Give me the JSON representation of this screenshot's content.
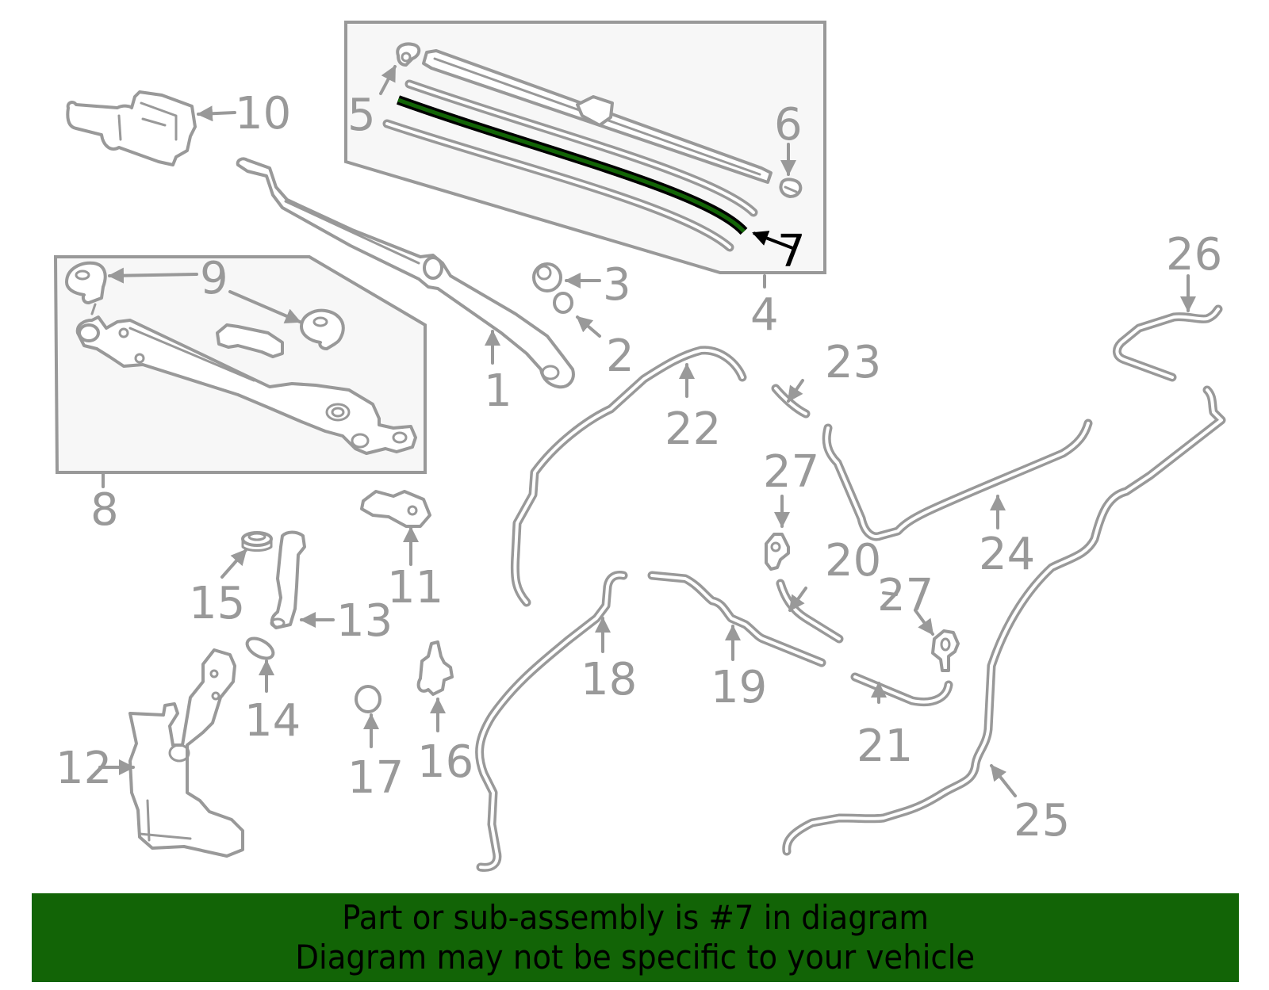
{
  "diagram": {
    "title": "Windshield wiper and washer assembly diagram",
    "highlighted_part": "7",
    "colors": {
      "line_gray": "#999999",
      "box_fill": "#f7f7f7",
      "highlight_green": "#126406",
      "highlight_outline": "#000000",
      "banner_green": "#126406"
    },
    "callouts": [
      {
        "id": "1",
        "label": "1"
      },
      {
        "id": "2",
        "label": "2"
      },
      {
        "id": "3",
        "label": "3"
      },
      {
        "id": "4",
        "label": "4"
      },
      {
        "id": "5",
        "label": "5"
      },
      {
        "id": "6",
        "label": "6"
      },
      {
        "id": "7",
        "label": "7"
      },
      {
        "id": "8",
        "label": "8"
      },
      {
        "id": "9",
        "label": "9"
      },
      {
        "id": "10",
        "label": "10"
      },
      {
        "id": "11",
        "label": "11"
      },
      {
        "id": "12",
        "label": "12"
      },
      {
        "id": "13",
        "label": "13"
      },
      {
        "id": "14",
        "label": "14"
      },
      {
        "id": "15",
        "label": "15"
      },
      {
        "id": "16",
        "label": "16"
      },
      {
        "id": "17",
        "label": "17"
      },
      {
        "id": "18",
        "label": "18"
      },
      {
        "id": "19",
        "label": "19"
      },
      {
        "id": "20",
        "label": "20"
      },
      {
        "id": "21",
        "label": "21"
      },
      {
        "id": "22",
        "label": "22"
      },
      {
        "id": "23",
        "label": "23"
      },
      {
        "id": "24",
        "label": "24"
      },
      {
        "id": "25",
        "label": "25"
      },
      {
        "id": "26",
        "label": "26"
      },
      {
        "id": "27a",
        "label": "27"
      },
      {
        "id": "27b",
        "label": "27"
      }
    ]
  },
  "banner": {
    "line1": "Part or sub-assembly is #7 in diagram",
    "line2": "Diagram may not be specific to your vehicle"
  }
}
